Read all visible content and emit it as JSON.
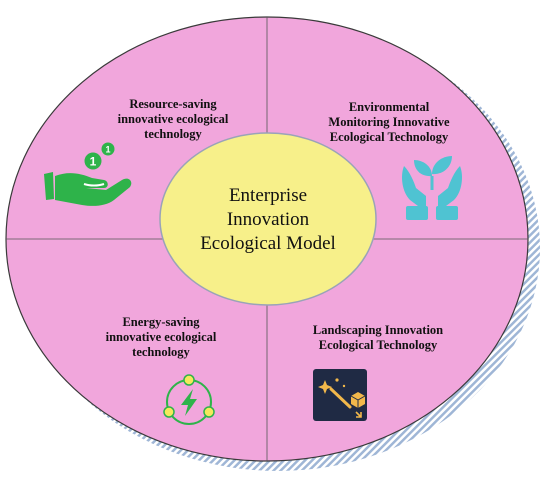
{
  "center": {
    "lines": [
      "Enterprise",
      "Innovation",
      "Ecological Model"
    ]
  },
  "quadrants": {
    "top_left": {
      "lines": [
        "Resource-saving",
        "innovative ecological",
        "technology"
      ],
      "icon": "coin-hand-icon"
    },
    "top_right": {
      "lines": [
        "Environmental",
        "Monitoring Innovative",
        "Ecological Technology"
      ],
      "icon": "plant-hands-icon"
    },
    "bottom_left": {
      "lines": [
        "Energy-saving",
        "innovative ecological",
        "technology"
      ],
      "icon": "energy-cycle-icon"
    },
    "bottom_right": {
      "lines": [
        "Landscaping Innovation",
        "Ecological Technology"
      ],
      "icon": "magic-wand-icon"
    }
  },
  "colors": {
    "outer_fill": "#f1a6dc",
    "outer_border": "#3a3a3a",
    "center_fill": "#f7f08a",
    "center_border": "#9aa3b8",
    "shadow_stripe": "#9fb6d6",
    "icon_green": "#2eb34a",
    "icon_teal": "#4fc3d2",
    "icon_dark": "#1f2a44"
  }
}
